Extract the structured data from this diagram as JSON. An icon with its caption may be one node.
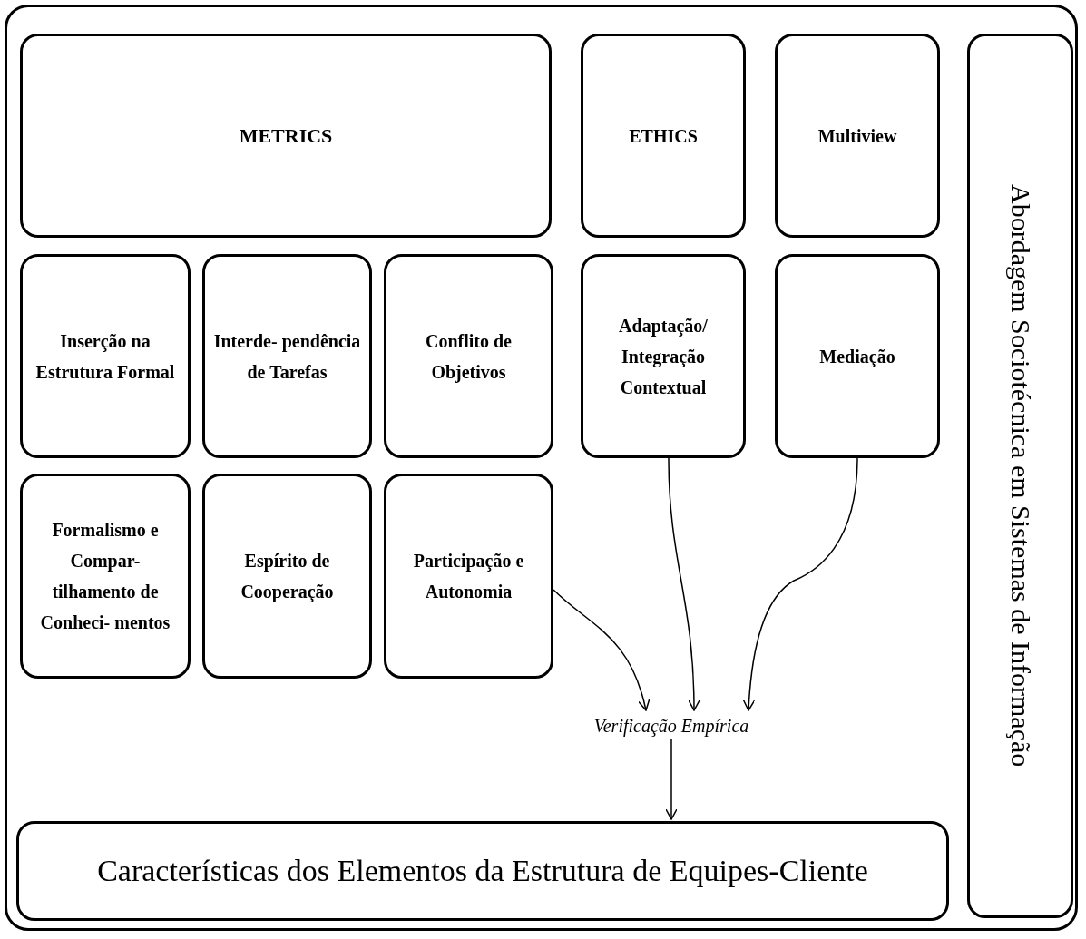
{
  "diagram": {
    "nodes": [
      {
        "text": [
          "METRICS"
        ]
      },
      {
        "text": [
          "ETHICS"
        ]
      },
      {
        "text": [
          "Multiview"
        ]
      },
      {
        "text": [
          "Inserção na Estrutura Formal"
        ]
      },
      {
        "text": [
          "Interde- pendência de Tarefas"
        ]
      },
      {
        "text": [
          "Conflito de Objetivos"
        ]
      },
      {
        "text": [
          "Adaptação/ Integração Contextual"
        ]
      },
      {
        "text": [
          "Mediação"
        ]
      },
      {
        "text": [
          "Formalismo e Compar- tilhamento de Conheci- mentos"
        ]
      },
      {
        "text": [
          "Espírito de Cooperação"
        ]
      },
      {
        "text": [
          "Participação e Autonomia"
        ]
      },
      {
        "text": [
          "Verificação Empírica"
        ]
      },
      {
        "text": [
          "Características dos Elementos da Estrutura de Equipes-Cliente"
        ]
      },
      {
        "text": [
          "Abordagem Sociotécnica em Sistemas de Informação"
        ]
      }
    ],
    "edges": [
      {
        "from": 10,
        "to": 11,
        "arrow": "to"
      },
      {
        "from": 6,
        "to": 11,
        "arrow": "to"
      },
      {
        "from": 7,
        "to": 11,
        "arrow": "to"
      },
      {
        "from": 11,
        "to": 12,
        "arrow": "to"
      }
    ]
  }
}
